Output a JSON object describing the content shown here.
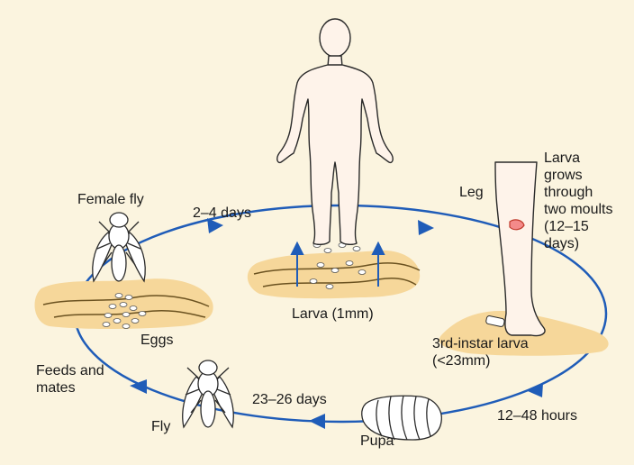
{
  "colors": {
    "background_cream": "#fbf4df",
    "skin_fill": "#fef3ea",
    "sand_fill": "#f6d79a",
    "cycle_arrow_blue": "#1f5cb8",
    "outline": "#2a2a2a"
  },
  "labels": {
    "female_fly": "Female fly",
    "days_2_4": "2–4 days",
    "larva_1mm": "Larva (1mm)",
    "leg": "Leg",
    "larva_grows": "Larva grows through two moults (12–15 days)",
    "third_instar": "3rd-instar larva (<23mm)",
    "hours_12_48": "12–48 hours",
    "pupa": "Pupa",
    "days_23_26": "23–26 days",
    "fly": "Fly",
    "feeds_and_mates": "Feeds and mates",
    "eggs": "Eggs"
  },
  "icons": [
    "human-body-icon",
    "leg-icon",
    "female-fly-icon",
    "fly-icon",
    "pupa-icon",
    "larva-icon",
    "egg-icon",
    "cycle-arrow-icon"
  ]
}
